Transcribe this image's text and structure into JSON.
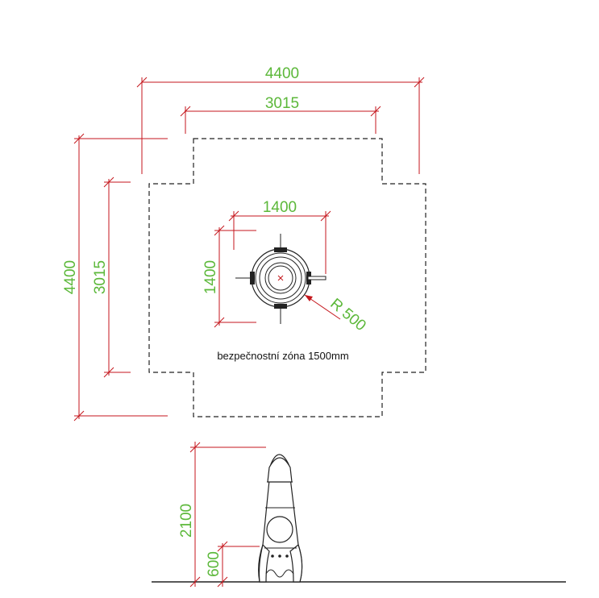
{
  "colors": {
    "dimension_line": "#c4161c",
    "dimension_text": "#5cb83a",
    "drawing": "#222222"
  },
  "plan_view": {
    "overall_width": "4400",
    "inner_width": "3015",
    "overall_height": "4400",
    "inner_height": "3015",
    "object_width": "1400",
    "object_height": "1400",
    "radius": "R 500",
    "safety_zone_label": "bezpečnostní zóna 1500mm"
  },
  "side_view": {
    "total_height": "2100",
    "lower_height": "600"
  }
}
